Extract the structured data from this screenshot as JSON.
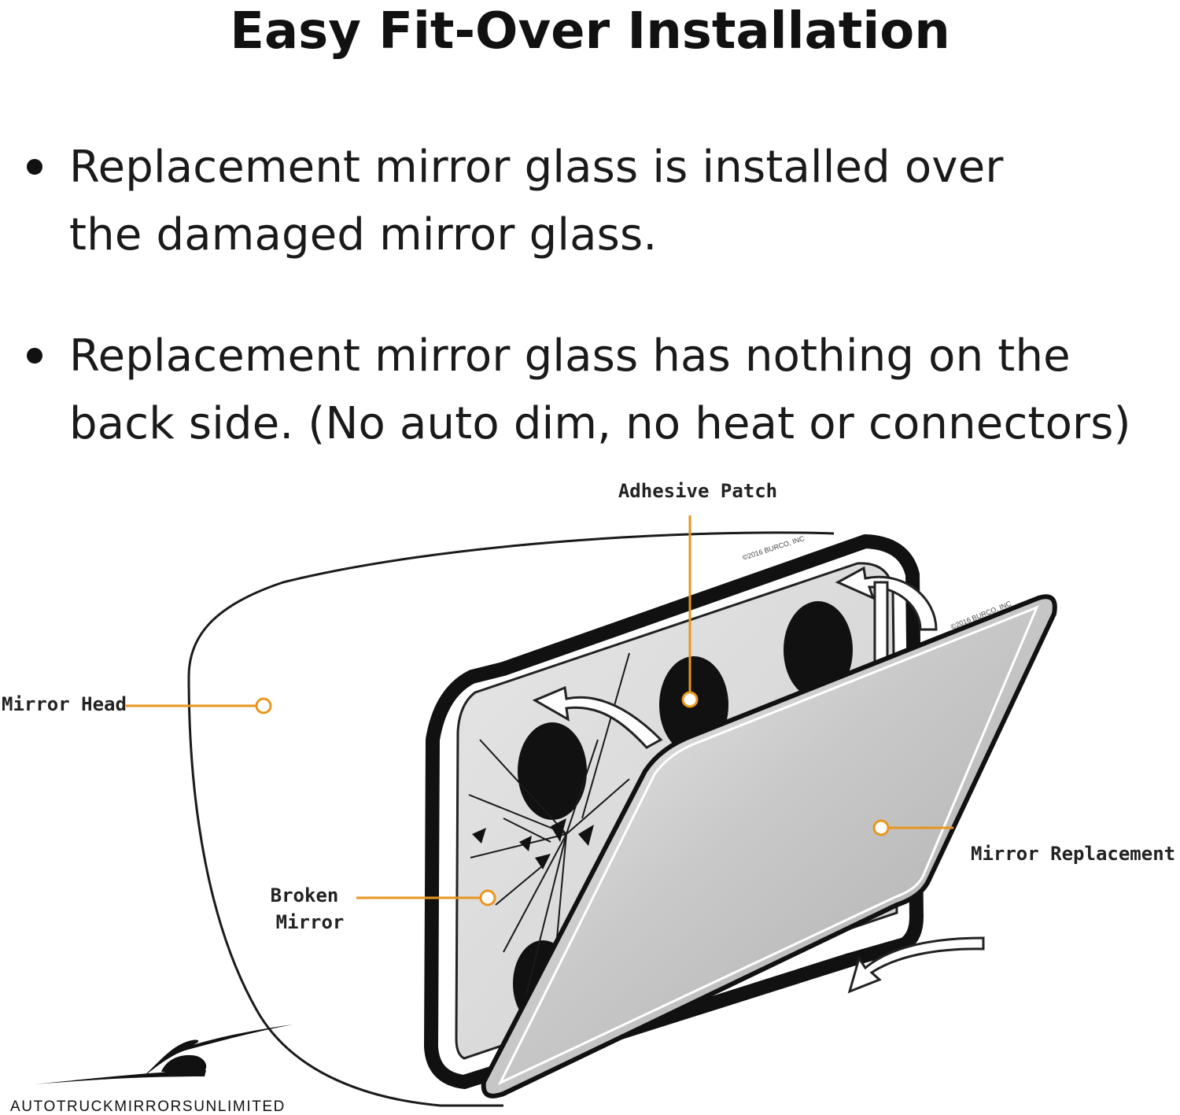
{
  "title": "Easy Fit-Over Installation",
  "bullets": [
    {
      "line1": "Replacement mirror glass is installed over",
      "line2": "the damaged mirror glass."
    },
    {
      "line1": "Replacement mirror glass has nothing on the",
      "line2": "back side. (No auto dim, no heat or connectors)"
    }
  ],
  "diagram": {
    "labels": {
      "adhesive_patch": "Adhesive Patch",
      "mirror_head": "Mirror Head",
      "broken_mirror_line1": "Broken",
      "broken_mirror_line2": "Mirror",
      "mirror_replacement": "Mirror Replacement"
    },
    "copyright": "©2016 BURCO, INC",
    "callout_color": "#E8961E"
  },
  "brand": {
    "name": "AUTOTRUCKMIRRORSUNLIMITED",
    "logo": "eagle-icon"
  }
}
